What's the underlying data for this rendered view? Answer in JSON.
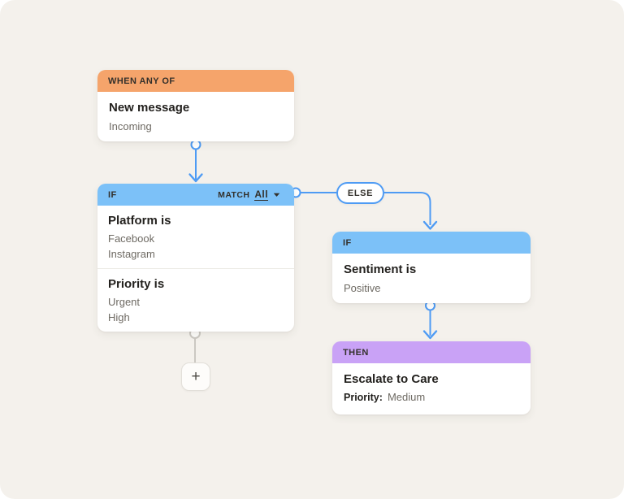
{
  "colors": {
    "canvas_bg": "#F4F1EC",
    "trigger_header": "#F5A46B",
    "condition_header": "#7CC1F8",
    "then_header": "#C9A2F6",
    "connector_blue": "#4E9BF4",
    "connector_gray": "#CBC8C2",
    "text_dark": "#23211E",
    "text_gray": "#6E6A63"
  },
  "trigger_node": {
    "header": "WHEN ANY OF",
    "title": "New message",
    "subtitle": "Incoming"
  },
  "condition_node": {
    "header": "IF",
    "match_label": "MATCH",
    "match_value": "All",
    "caret_icon": "caret-down",
    "sections": [
      {
        "title": "Platform is",
        "items": [
          "Facebook",
          "Instagram"
        ]
      },
      {
        "title": "Priority is",
        "items": [
          "Urgent",
          "High"
        ]
      }
    ]
  },
  "else_badge": {
    "label": "ELSE"
  },
  "sentiment_node": {
    "header": "IF",
    "title": "Sentiment is",
    "subtitle": "Positive"
  },
  "then_node": {
    "header": "THEN",
    "title": "Escalate to Care",
    "field_label": "Priority:",
    "field_value": "Medium"
  },
  "add_button": {
    "label": "+"
  }
}
